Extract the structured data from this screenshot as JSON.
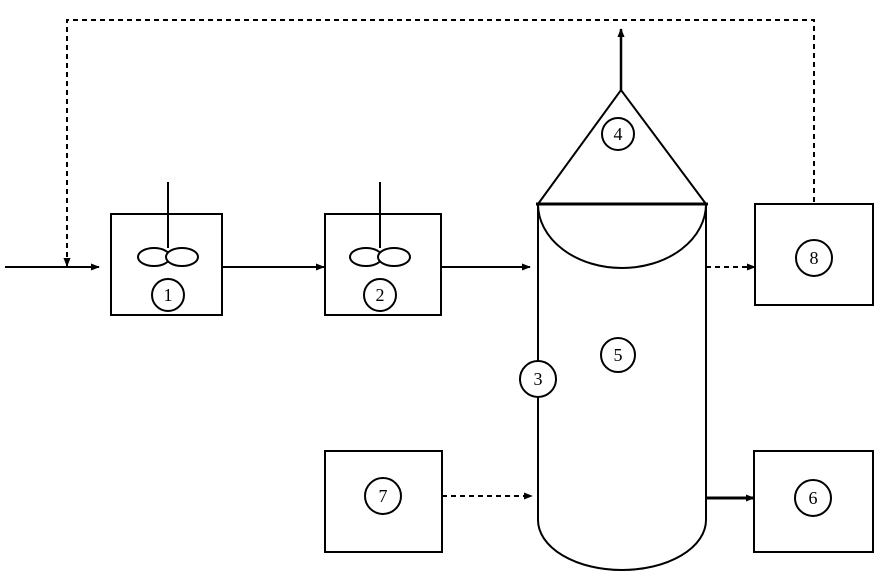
{
  "nodes": {
    "n1": {
      "label": "1"
    },
    "n2": {
      "label": "2"
    },
    "n3": {
      "label": "3"
    },
    "n4": {
      "label": "4"
    },
    "n5": {
      "label": "5"
    },
    "n6": {
      "label": "6"
    },
    "n7": {
      "label": "7"
    },
    "n8": {
      "label": "8"
    }
  },
  "colors": {
    "stroke": "#000000",
    "background": "#ffffff"
  }
}
